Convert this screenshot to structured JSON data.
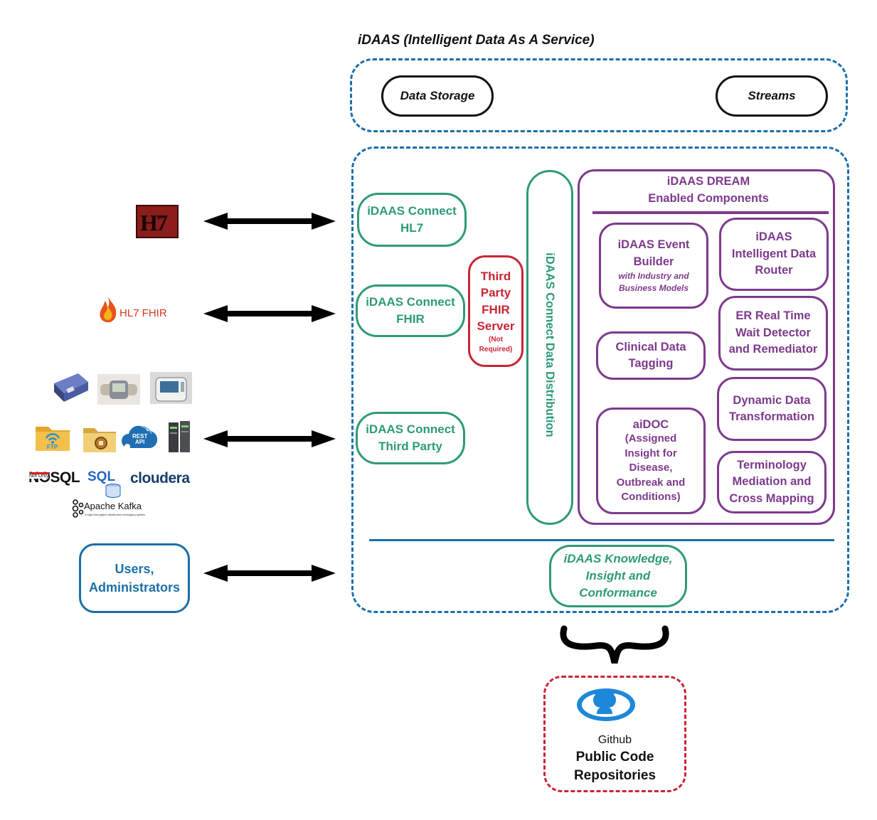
{
  "title": "iDAAS (Intelligent Data As A Service)",
  "top": {
    "data_storage": "Data Storage",
    "streams": "Streams"
  },
  "connectors": {
    "hl7": [
      "iDAAS Connect",
      "HL7"
    ],
    "fhir": [
      "iDAAS Connect",
      "FHIR"
    ],
    "third_party": [
      "iDAAS Connect",
      "Third Party"
    ]
  },
  "third_party_fhir": {
    "lines": [
      "Third",
      "Party",
      "FHIR",
      "Server"
    ],
    "note": [
      "(Not",
      "Required)"
    ]
  },
  "distribution": "iDAAS Connect Data Distribution",
  "dream": {
    "title": [
      "iDAAS DREAM",
      "Enabled Components"
    ],
    "event_builder": {
      "lines": [
        "iDAAS Event",
        "Builder"
      ],
      "sub": [
        "with Industry and",
        "Business Models"
      ]
    },
    "router": [
      "iDAAS",
      "Intelligent Data",
      "Router"
    ],
    "er_wait": [
      "ER Real Time",
      "Wait Detector",
      "and Remediator"
    ],
    "tagging": [
      "Clinical Data",
      "Tagging"
    ],
    "transformation": [
      "Dynamic Data",
      "Transformation"
    ],
    "aidoc": {
      "title": "aiDOC",
      "lines": [
        "(Assigned",
        "Insight for",
        "Disease,",
        "Outbreak and",
        "Conditions)"
      ]
    },
    "terminology": [
      "Terminology",
      "Mediation and",
      "Cross Mapping"
    ]
  },
  "knowledge": [
    "iDAAS Knowledge,",
    "Insight and",
    "Conformance"
  ],
  "sources": {
    "hl7_logo": "H7",
    "fhir_logo": "HL7 FHIR",
    "ftp": "FTP",
    "rest": [
      "REST",
      "API"
    ],
    "nosql": "NOSQL",
    "nosql_prefix": "Not Only",
    "sql": "SQL",
    "cloudera": "cloudera",
    "kafka": "Apache Kafka",
    "kafka_sub": "A high-throughput distributed messaging system"
  },
  "users": [
    "Users,",
    "Administrators"
  ],
  "github": {
    "label": "Github",
    "lines": [
      "Public Code",
      "Repositories"
    ]
  },
  "colors": {
    "blue": "#1b6fa8",
    "green": "#2d9a79",
    "purple": "#7d3a8c",
    "red": "#c82535"
  }
}
